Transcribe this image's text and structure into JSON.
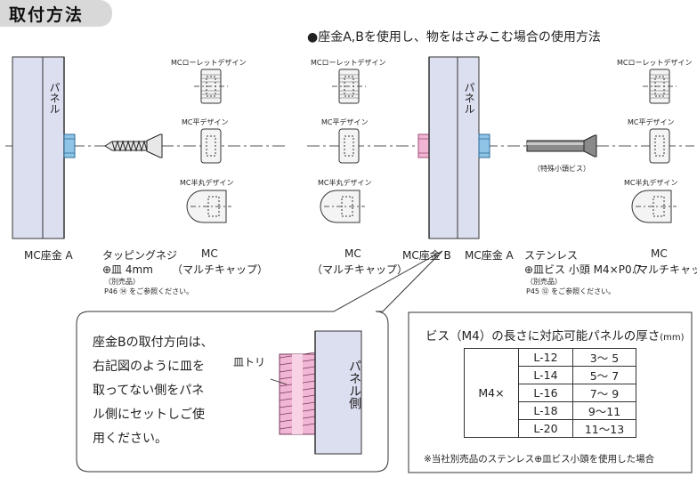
{
  "title": "取付方法",
  "subtitle": "●座金A,Bを使用し、物をはさみこむ場合の使用方法",
  "panel_label": "パネル",
  "design_labels": [
    "MCローレットデザイン",
    "MC平デザイン",
    "MC半丸デザイン"
  ],
  "special_screw_label": "（特殊小頭ビス）",
  "bottom_labels": {
    "washer_a": "MC座金 A",
    "tapping_screw_1": "タッピングネジ",
    "tapping_screw_2": "⊕皿 4mm",
    "sold_separately": "（別売品）",
    "ref_p46": "P46 ⑭ をご参照ください。",
    "mc": "MC",
    "multi_cap": "（マルチキャップ）",
    "washer_b": "MC座金 B",
    "stainless_1": "ステンレス",
    "stainless_2": "⊕皿ビス 小頭 M4×P0.7",
    "ref_p45": "P45 ⑫ をご参照ください。"
  },
  "bubble": {
    "lines": [
      "座金Bの取付方向は、",
      "右記図のように皿を",
      "取ってない側をパネ",
      "ル側にセットしご使",
      "用ください。"
    ],
    "chamfer_label": "皿トリ",
    "panel_side_label": "パネル側"
  },
  "table": {
    "title": "ビス（M4）の長さに対応可能パネルの厚さ",
    "unit": "(mm)",
    "row_header": "M4×",
    "rows": [
      {
        "length": "L-12",
        "thickness": "3〜 5"
      },
      {
        "length": "L-14",
        "thickness": "5〜 7"
      },
      {
        "length": "L-16",
        "thickness": "7〜 9"
      },
      {
        "length": "L-18",
        "thickness": "9〜11"
      },
      {
        "length": "L-20",
        "thickness": "11〜13"
      }
    ],
    "footnote": "※当社別売品のステンレス⊕皿ビス小頭を使用した場合"
  },
  "colors": {
    "panel": "#dcdff0",
    "washer_a": "#8fc4e6",
    "washer_b": "#f0b6d4",
    "cap": "#f4f4f4",
    "title_bg": "#d8d8d8"
  }
}
